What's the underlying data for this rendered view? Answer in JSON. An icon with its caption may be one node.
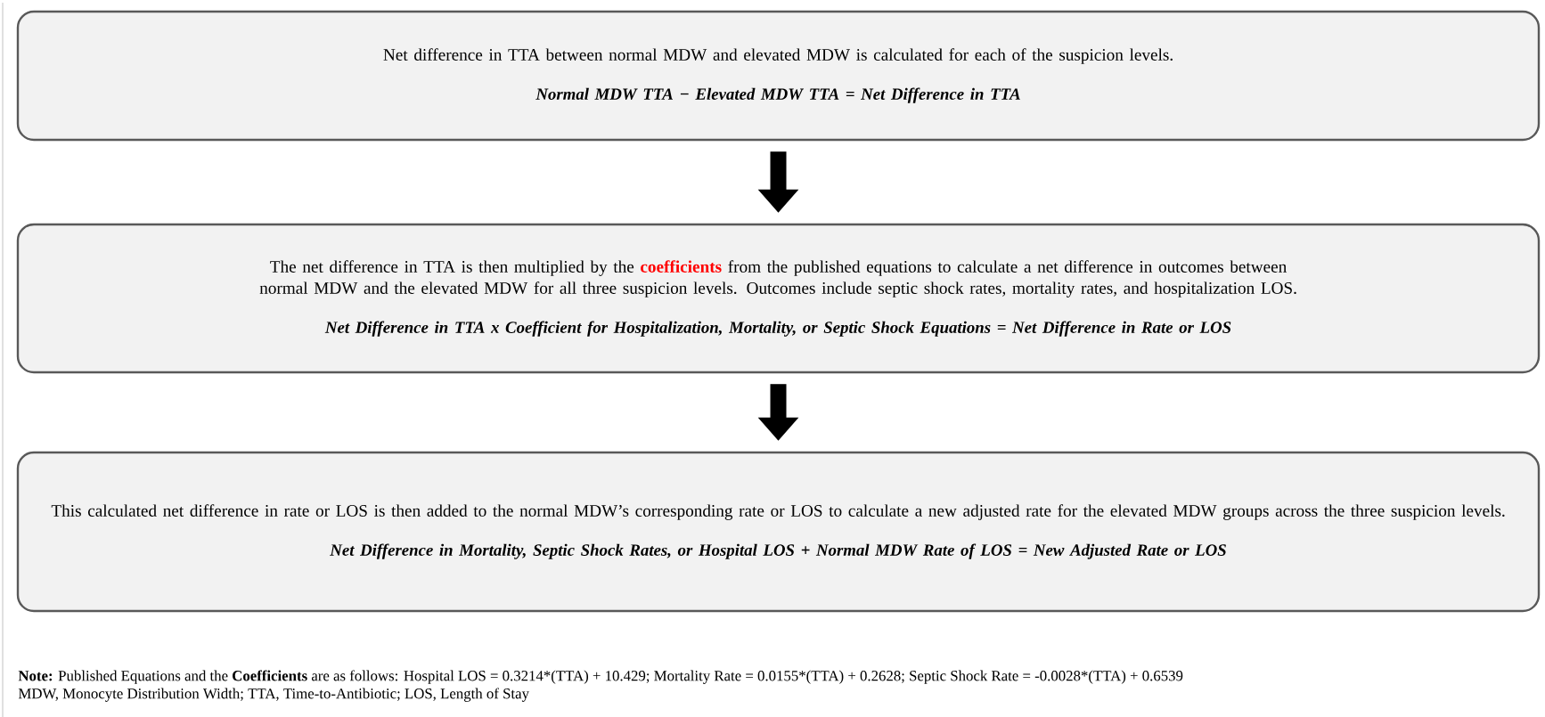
{
  "diagram": {
    "nodes": [
      {
        "text": [
          "Net difference in TTA between normal MDW and elevated MDW is calculated for each of the suspicion levels.",
          "Normal MDW TTA − Elevated MDW TTA = Net Difference in TTA"
        ]
      },
      {
        "text": [
          "The net difference in TTA is then multiplied by the **coefficients** from the published equations to calculate a net difference in outcomes between normal MDW and the elevated MDW for all three suspicion levels. Outcomes include septic shock rates, mortality rates, and hospitalization LOS.",
          "Net Difference in TTA x Coefficient for Hospitalization, Mortality, or Septic Shock Equations = Net Difference in Rate or LOS"
        ]
      },
      {
        "text": [
          "This calculated net difference in rate or LOS is then added to the normal MDW’s corresponding rate or LOS to calculate a new adjusted rate for the elevated MDW groups across the three suspicion levels.",
          "Net Difference in Mortality, Septic Shock Rates, or Hospital LOS + Normal MDW Rate of LOS = New Adjusted Rate or LOS"
        ]
      }
    ],
    "edges": [
      {
        "from": 0,
        "to": 1,
        "arrow": "to"
      },
      {
        "from": 1,
        "to": 2,
        "arrow": "to"
      }
    ],
    "labels": [
      "**Note:** Published Equations and the **Coefficients** are as follows: Hospital LOS = 0.3214*(TTA) + 10.429; Mortality Rate = 0.0155*(TTA) + 0.2628; Septic Shock Rate = -0.0028*(TTA) + 0.6539",
      "MDW, Monocyte Distribution Width; TTA, Time-to-Antibiotic; LOS, Length of Stay"
    ]
  }
}
